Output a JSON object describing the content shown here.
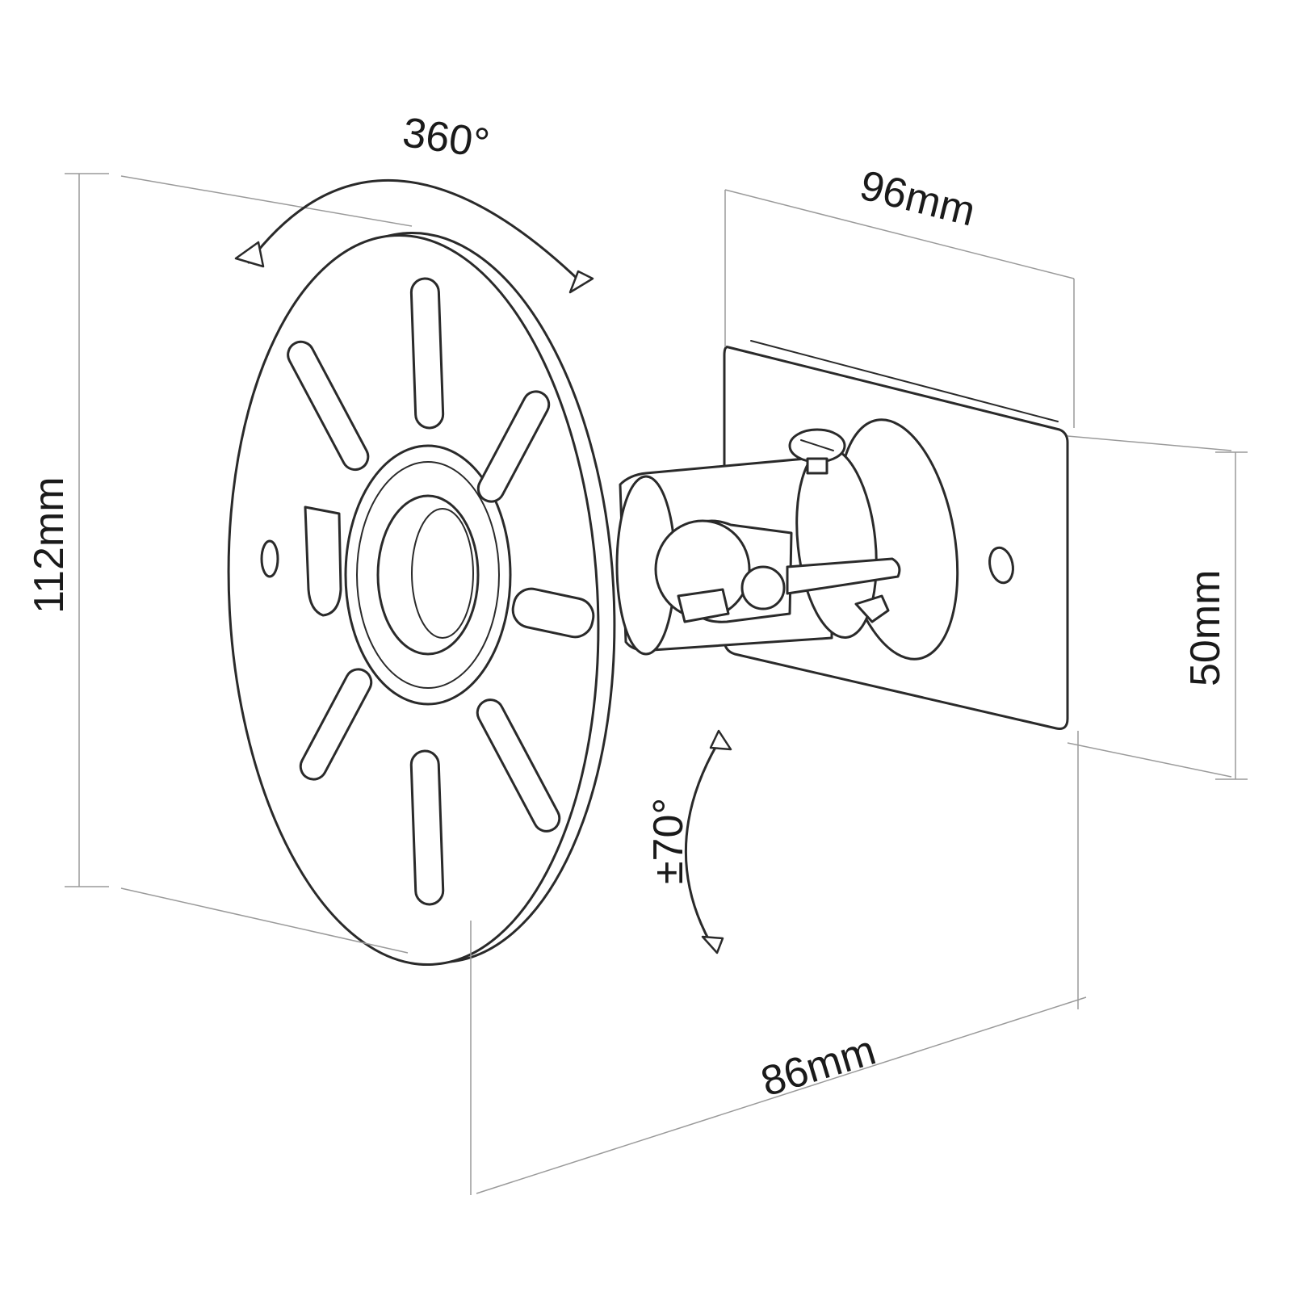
{
  "labels": {
    "rotation": "360°",
    "plate_width": "96mm",
    "height": "112mm",
    "plate_height": "50mm",
    "depth": "86mm",
    "tilt": "±70°"
  },
  "colors": {
    "line": "#2a2a2a",
    "extension_line": "#9a9a9a",
    "background": "#ffffff"
  }
}
